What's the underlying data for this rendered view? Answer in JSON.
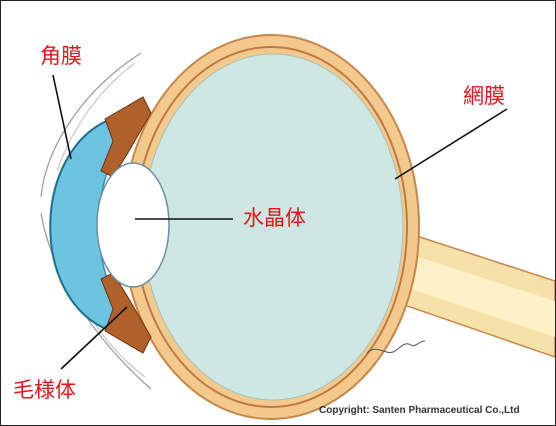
{
  "labels": {
    "cornea": "角膜",
    "retina": "網膜",
    "lens": "水晶体",
    "ciliary_body": "毛様体"
  },
  "copyright": "Copyright: Santen Pharmaceutical Co.,Ltd",
  "colors": {
    "label_text": "#e8141c",
    "leader_line": "#111111",
    "sclera": "#f4c98e",
    "sclera_outline": "#c8864a",
    "vitreous": "#cfe7e2",
    "cornea_aqueous": "#6cc4e0",
    "lens": "#ffffff",
    "ciliary": "#b0602a",
    "optic_nerve": "#f6e2a8"
  }
}
